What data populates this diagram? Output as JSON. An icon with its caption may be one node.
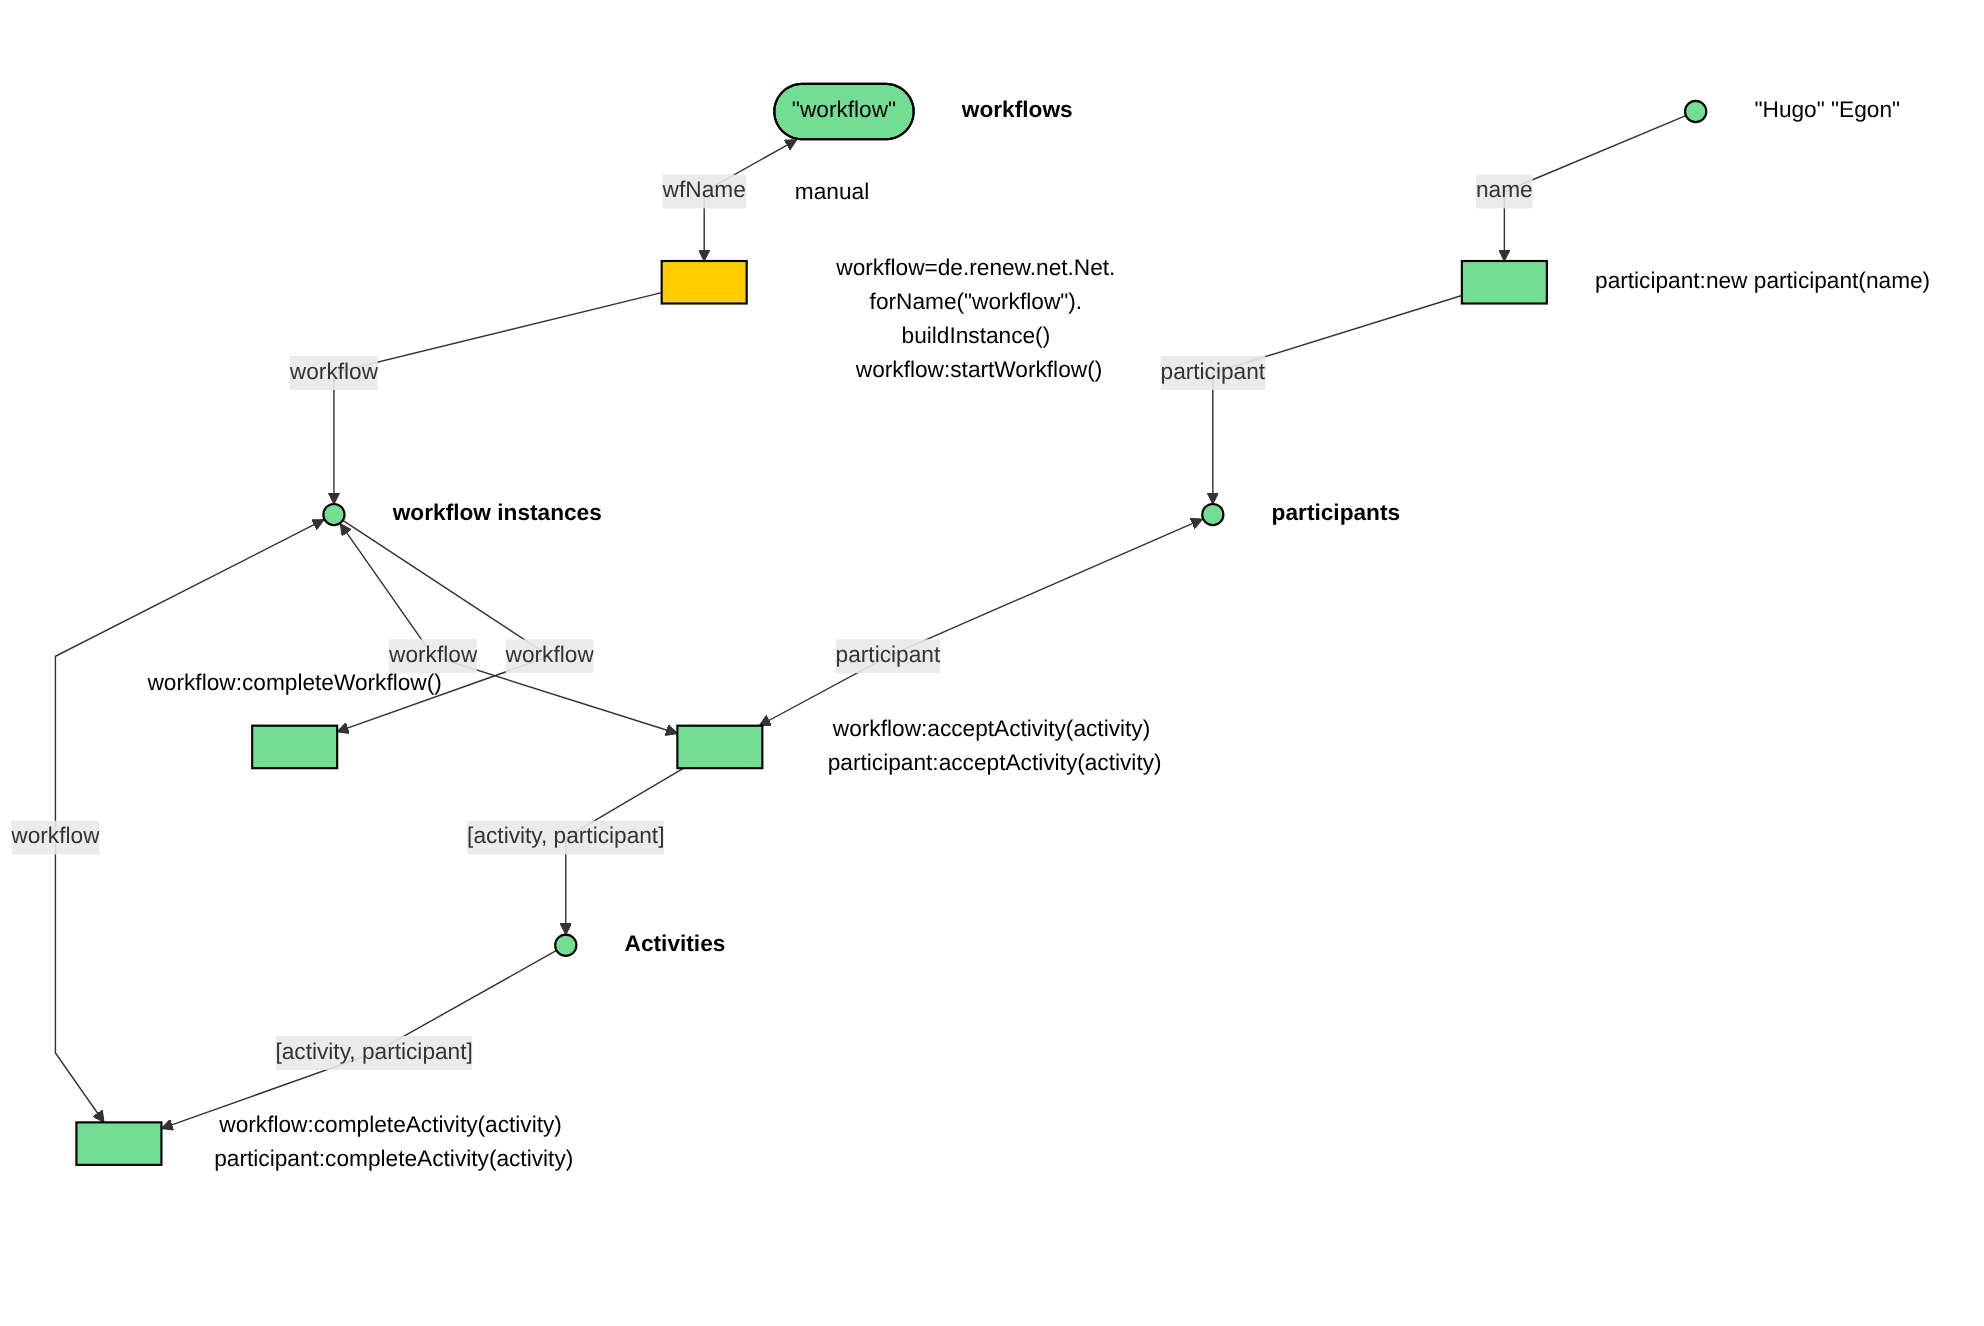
{
  "diagram": {
    "nodes": [
      {
        "text": [
          "\"workflow\""
        ],
        "beside": [
          "workflows"
        ]
      },
      {
        "text": [],
        "shape": "box",
        "beside": [
          "manual",
          "workflow=de.renew.net.Net. forName(\"workflow\"). buildInstance() workflow:startWorkflow()"
        ]
      },
      {
        "text": [],
        "shape": "box",
        "beside": [
          "workflow:completeWorkflow()"
        ]
      },
      {
        "text": [],
        "shape": "circle",
        "beside": [
          "\"Hugo\" \"Egon\""
        ]
      },
      {
        "text": [],
        "shape": "box",
        "beside": [
          "participant:new participant(name)"
        ]
      },
      {
        "text": [],
        "shape": "circle",
        "beside": [
          "participants"
        ]
      },
      {
        "text": [],
        "shape": "circle",
        "beside": [
          "workflow instances"
        ]
      },
      {
        "text": [],
        "shape": "box",
        "beside": [
          "workflow:acceptActivity(activity) participant:acceptActivity(activity)"
        ]
      },
      {
        "text": [],
        "shape": "box",
        "beside": [
          "workflow:completeActivity(activity) participant:completeActivity(activity)"
        ]
      },
      {
        "text": [],
        "shape": "circle",
        "beside": [
          "Activities"
        ]
      }
    ],
    "edges": [
      {
        "from": 0,
        "to": 1,
        "arrow": "both",
        "label": "wfName"
      },
      {
        "from": 1,
        "to": 6,
        "arrow": "to",
        "label": "workflow"
      },
      {
        "from": 6,
        "to": 2,
        "arrow": "to",
        "label": "workflow"
      },
      {
        "from": 3,
        "to": 4,
        "arrow": "to",
        "label": "name"
      },
      {
        "from": 4,
        "to": 5,
        "arrow": "to",
        "label": "participant"
      },
      {
        "from": 5,
        "to": 7,
        "arrow": "both",
        "label": "participant"
      },
      {
        "from": 6,
        "to": 7,
        "arrow": "both",
        "label": "workflow"
      },
      {
        "from": 6,
        "to": 8,
        "arrow": "both",
        "label": "workflow"
      },
      {
        "from": 7,
        "to": 9,
        "arrow": "to",
        "label": "[activity, participant]"
      },
      {
        "from": 9,
        "to": 8,
        "arrow": "to",
        "label": "[activity, participant]"
      }
    ]
  }
}
